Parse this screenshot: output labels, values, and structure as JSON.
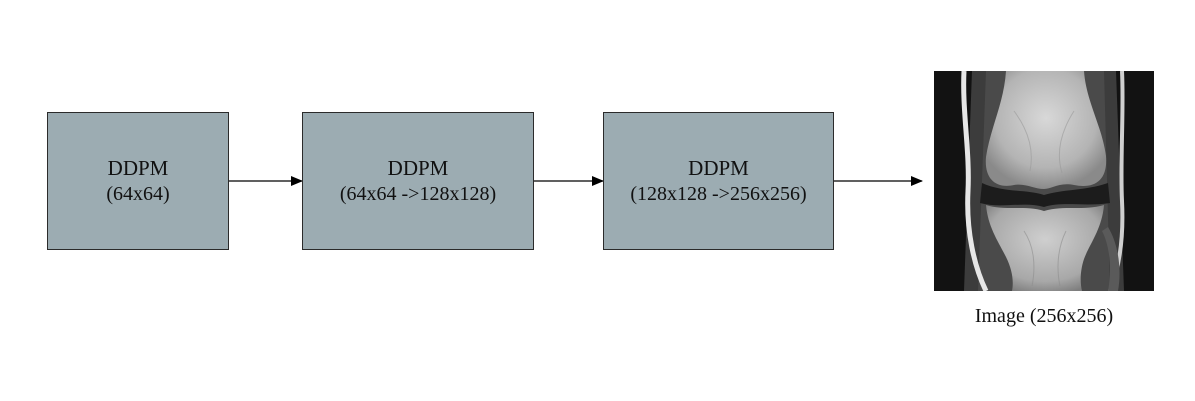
{
  "diagram": {
    "stages": [
      {
        "title": "DDPM",
        "resolution": "(64x64)"
      },
      {
        "title": "DDPM",
        "resolution": "(64x64 ->128x128)"
      },
      {
        "title": "DDPM",
        "resolution": "(128x128 ->256x256)"
      }
    ],
    "output": {
      "caption": "Image (256x256)",
      "image_subject": "knee MRI (coronal)"
    },
    "colors": {
      "box_fill": "#9cacb2",
      "box_border": "#2b2b2b",
      "arrow": "#000000"
    }
  }
}
